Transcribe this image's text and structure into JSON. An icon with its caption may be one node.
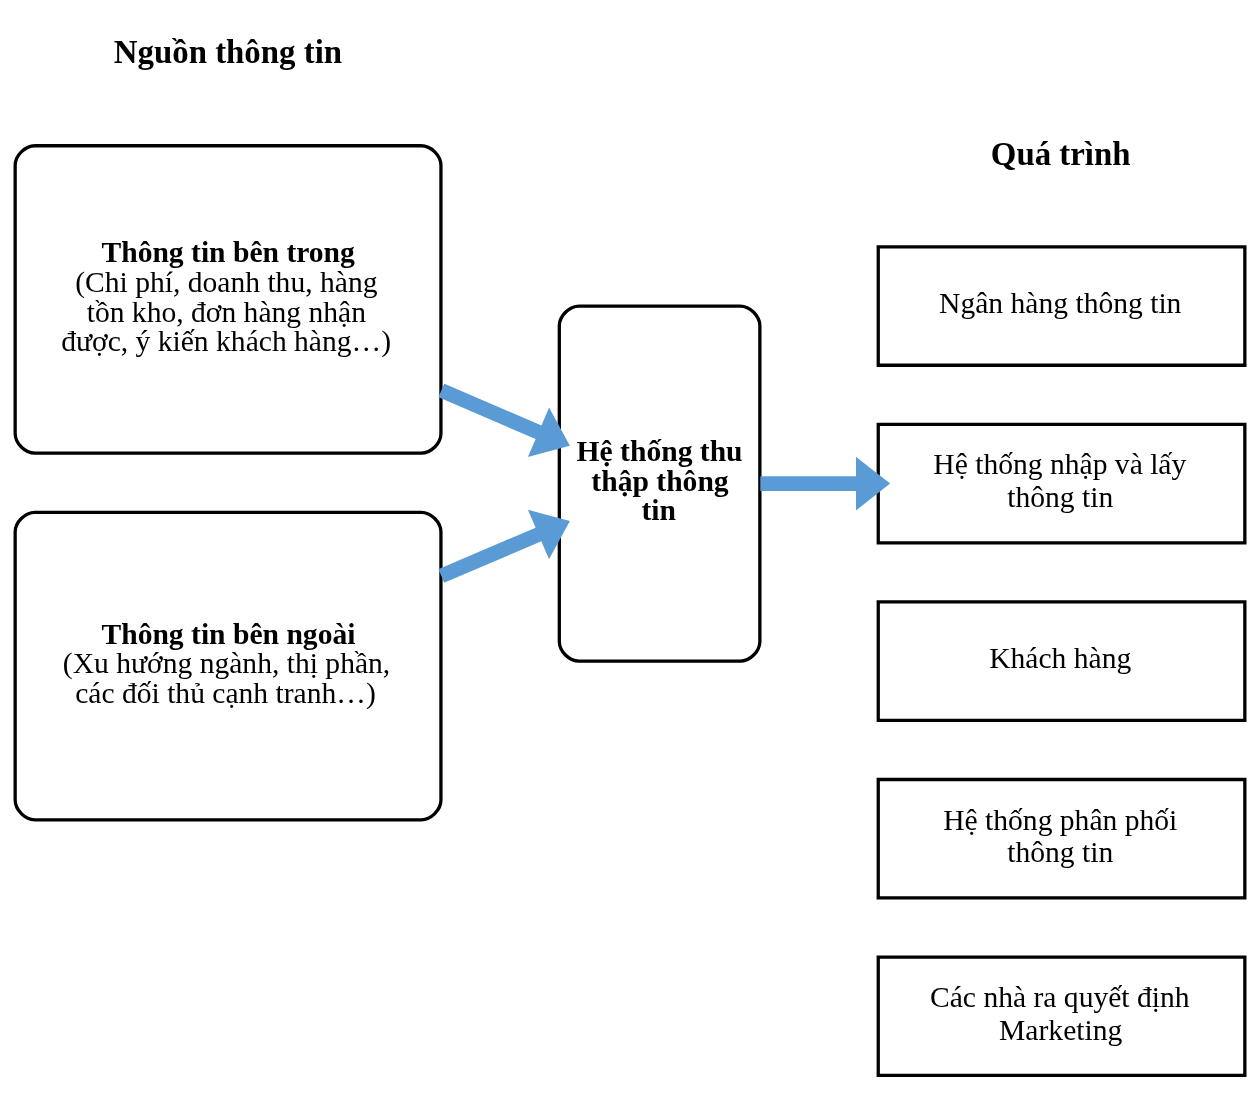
{
  "diagram": {
    "nodes": [
      {
        "text": [
          "Thông tin bên trong",
          "(Chi phí, doanh thu, hàng tồn kho, đơn hàng nhận được, ý kiến khách hàng…)"
        ]
      },
      {
        "text": [
          "Thông tin bên ngoài",
          "(Xu hướng ngành, thị phần, các đối thủ cạnh tranh…)"
        ]
      },
      {
        "text": [
          "Hệ thống thu thập thông tin"
        ]
      },
      {
        "text": [
          "Ngân hàng thông tin"
        ]
      },
      {
        "text": [
          "Hệ thống nhập và lấy thông tin"
        ]
      },
      {
        "text": [
          "Khách hàng"
        ]
      },
      {
        "text": [
          "Hệ thống phân phối thông tin"
        ]
      },
      {
        "text": [
          "Các nhà ra quyết định Marketing"
        ]
      }
    ],
    "edges": [
      {
        "from": 0,
        "to": 2,
        "arrow": "to"
      },
      {
        "from": 1,
        "to": 2,
        "arrow": "to"
      },
      {
        "from": 2,
        "to": 4,
        "arrow": "to"
      }
    ],
    "labels": [
      "Nguồn thông tin",
      "Quá trình"
    ]
  }
}
